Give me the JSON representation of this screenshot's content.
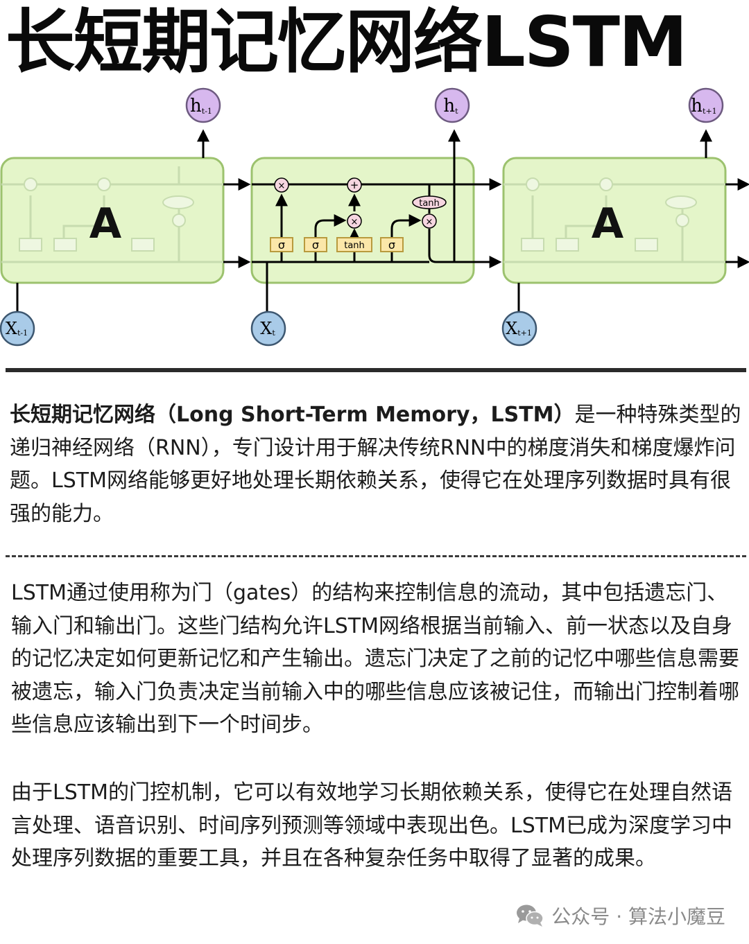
{
  "title": "长短期记忆网络LSTM",
  "diagram": {
    "cell_label": "A",
    "gates": [
      "σ",
      "σ",
      "tanh",
      "σ"
    ],
    "output_tanh": "tanh",
    "ops": {
      "multiply": "×",
      "add": "+"
    },
    "outputs": [
      {
        "base": "h",
        "sub": "t-1"
      },
      {
        "base": "h",
        "sub": "t"
      },
      {
        "base": "h",
        "sub": "t+1"
      }
    ],
    "inputs": [
      {
        "base": "X",
        "sub": "t-1"
      },
      {
        "base": "X",
        "sub": "t"
      },
      {
        "base": "X",
        "sub": "t+1"
      }
    ],
    "colors": {
      "cell_fill": "#e4f5c9",
      "cell_stroke": "#9cc26e",
      "gate_fill": "#fbe7a9",
      "gate_stroke": "#b89a3e",
      "op_fill": "#f6d6e0",
      "output_fill": "#d7b8ee",
      "output_stroke": "#6d5a80",
      "input_fill": "#a9cbe8",
      "input_stroke": "#3d5770"
    }
  },
  "paragraph1": {
    "lead": "长短期记忆网络（Long Short-Term Memory，LSTM）",
    "rest": "是一种特殊类型的递归神经网络（RNN），专门设计用于解决传统RNN中的梯度消失和梯度爆炸问题。LSTM网络能够更好地处理长期依赖关系，使得它在处理序列数据时具有很强的能力。"
  },
  "paragraph2": "LSTM通过使用称为门（gates）的结构来控制信息的流动，其中包括遗忘门、输入门和输出门。这些门结构允许LSTM网络根据当前输入、前一状态以及自身的记忆决定如何更新记忆和产生输出。遗忘门决定了之前的记忆中哪些信息需要被遗忘，输入门负责决定当前输入中的哪些信息应该被记住，而输出门控制着哪些信息应该输出到下一个时间步。",
  "paragraph3": "由于LSTM的门控机制，它可以有效地学习长期依赖关系，使得它在处理自然语言处理、语音识别、时间序列预测等领域中表现出色。LSTM已成为深度学习中处理序列数据的重要工具，并且在各种复杂任务中取得了显著的成果。",
  "watermark": {
    "icon": "wechat-icon",
    "text": "公众号 · 算法小魔豆"
  }
}
